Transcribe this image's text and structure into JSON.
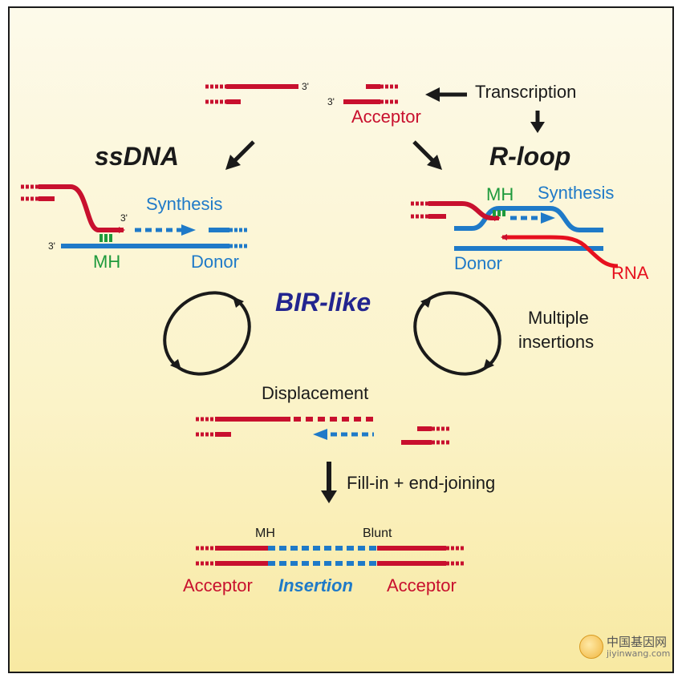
{
  "colors": {
    "acceptor": "#c8102e",
    "donor": "#1f7ac8",
    "mh": "#1e9a3c",
    "arrow": "#1a1a1a",
    "bir": "#23258f",
    "border": "#1a1a1a"
  },
  "labels": {
    "three_prime": "3'",
    "acceptor_top": "Acceptor",
    "transcription": "Transcription",
    "ssdna": "ssDNA",
    "rloop": "R-loop",
    "synthesis_left": "Synthesis",
    "synthesis_right": "Synthesis",
    "mh_left": "MH",
    "mh_right": "MH",
    "donor_left": "Donor",
    "donor_right": "Donor",
    "rna": "RNA",
    "bir_like": "BIR-like",
    "multiple_insertions_1": "Multiple",
    "multiple_insertions_2": "insertions",
    "displacement": "Displacement",
    "fill_in": "Fill-in + end-joining",
    "mh_bottom": "MH",
    "blunt": "Blunt",
    "acceptor_bottom_left": "Acceptor",
    "insertion": "Insertion",
    "acceptor_bottom_right": "Acceptor"
  },
  "watermark": {
    "text_cn": "中国基因网",
    "text_en": "jiyinwang.com",
    "logo_icon": "dna-logo-icon"
  }
}
